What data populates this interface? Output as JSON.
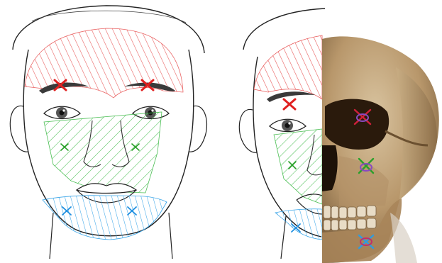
{
  "figure": {
    "panels": [
      {
        "name": "front-face-line-drawing"
      },
      {
        "name": "half-face-half-skull-overlay"
      }
    ],
    "zones": [
      {
        "name": "forehead-zone",
        "color": "#e83a3a"
      },
      {
        "name": "midface-zone",
        "color": "#3cb043"
      },
      {
        "name": "chin-zone",
        "color": "#2f9be0"
      }
    ],
    "markers": [
      {
        "name": "forehead-x-marker",
        "color": "#e02020"
      },
      {
        "name": "cheek-x-marker",
        "color": "#2aa02a"
      },
      {
        "name": "chin-x-marker",
        "color": "#1e8fe0"
      },
      {
        "name": "skull-x-marker-magenta",
        "color": "#c0306a"
      },
      {
        "name": "skull-x-marker-purple",
        "color": "#7a3fa6"
      }
    ]
  }
}
